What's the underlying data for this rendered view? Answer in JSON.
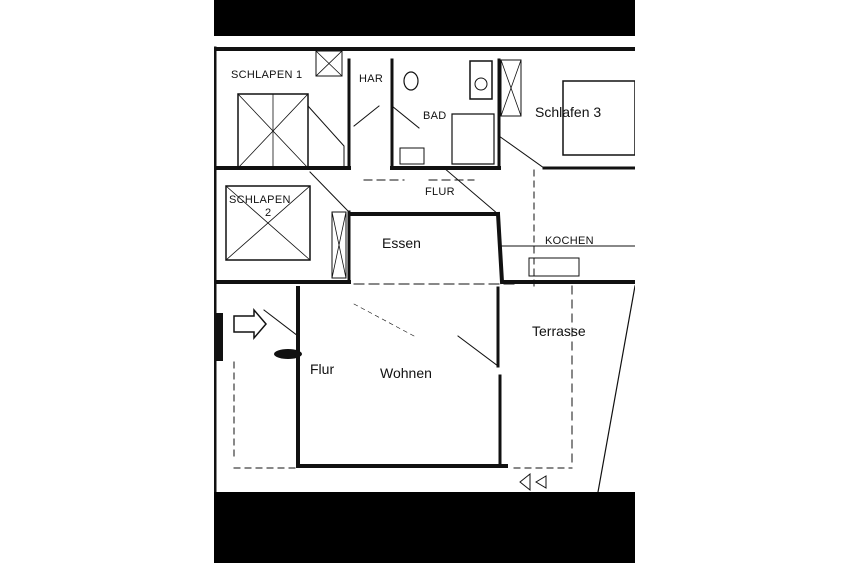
{
  "image": {
    "description_frame": "scanned floor plan photo with black bars",
    "colors": {
      "ink": "#111111",
      "paper": "#ffffff",
      "bars": "#000000"
    }
  },
  "rooms": {
    "schlafen1": "SCHLAPEN 1",
    "har": "HAR",
    "bad": "BAD",
    "schlafen3": "Schlafen 3",
    "schlafen2_line1": "SCHLAPEN",
    "schlafen2_line2": "2",
    "flur_top": "FLUR",
    "essen": "Essen",
    "kochen": "KOCHEN",
    "terrasse": "Terrasse",
    "flur_bottom": "Flur",
    "wohnen": "Wohnen"
  }
}
